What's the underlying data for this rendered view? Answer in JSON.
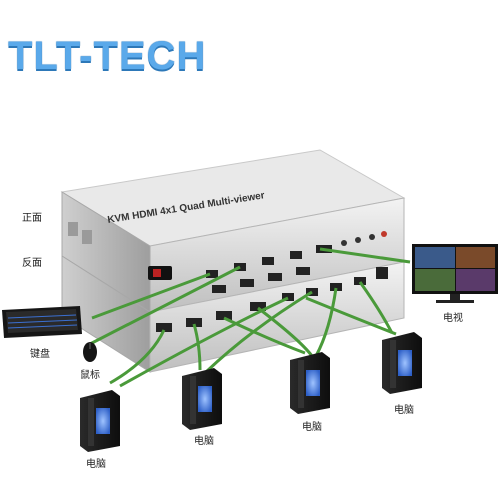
{
  "brand": {
    "logo_text": "TLT-TECH"
  },
  "device": {
    "title": "KVM  HDMI 4x1 Quad Multi-viewer"
  },
  "labels": {
    "front": "正面",
    "back": "反面",
    "keyboard": "键盘",
    "mouse": "鼠标",
    "monitor": "电视",
    "pc1": "电脑",
    "pc2": "电脑",
    "pc3": "电脑",
    "pc4": "电脑"
  },
  "colors": {
    "cable": "#4a9a3a",
    "logo": "#5aa9ea",
    "chassis": "#d8d8d8",
    "pc_light": "#3a6fd8"
  },
  "icons": [
    "keyboard-icon",
    "mouse-icon",
    "monitor-icon",
    "pc-tower-icon",
    "power-switch-icon"
  ]
}
